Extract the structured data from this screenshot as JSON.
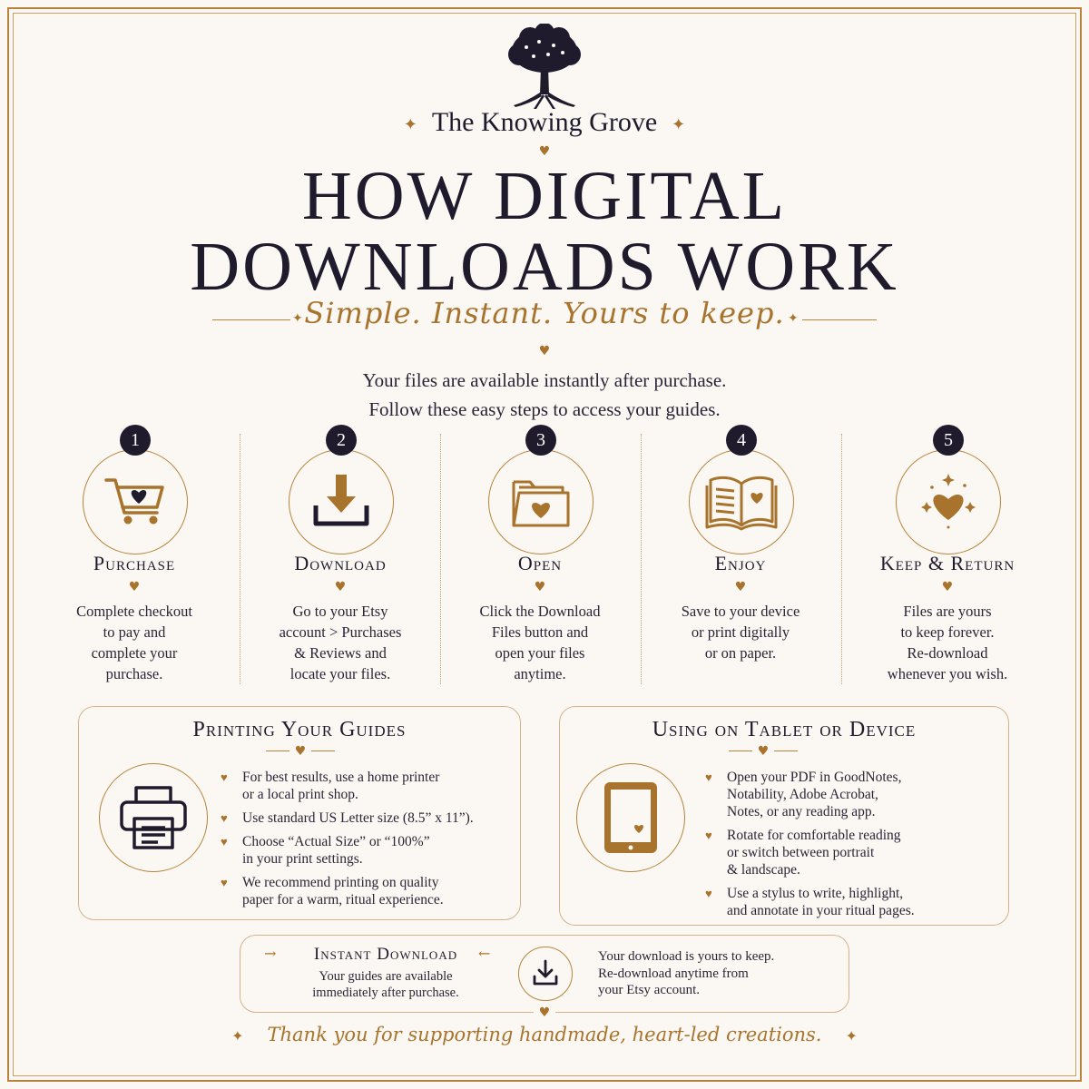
{
  "brand": {
    "name": "The Knowing Grove",
    "logo_icon": "tree-icon"
  },
  "title": {
    "line1": "HOW DIGITAL",
    "line2": "DOWNLOADS WORK"
  },
  "subtitle": "Simple. Instant. Yours to keep.",
  "intro": {
    "line1": "Your files are available instantly after purchase.",
    "line2": "Follow these easy steps to access your guides."
  },
  "steps": [
    {
      "number": "1",
      "title": "Purchase",
      "icon": "shopping-cart-icon",
      "desc": [
        "Complete checkout",
        "to pay and",
        "complete your",
        "purchase."
      ]
    },
    {
      "number": "2",
      "title": "Download",
      "icon": "download-icon",
      "desc": [
        "Go to your Etsy",
        "account > Purchases",
        "& Reviews and",
        "locate your files."
      ]
    },
    {
      "number": "3",
      "title": "Open",
      "icon": "folder-icon",
      "desc": [
        "Click the Download",
        "Files button and",
        "open your files",
        "anytime."
      ]
    },
    {
      "number": "4",
      "title": "Enjoy",
      "icon": "open-book-icon",
      "desc": [
        "Save to your device",
        "or print digitally",
        "or on paper."
      ]
    },
    {
      "number": "5",
      "title": "Keep & Return",
      "icon": "sparkle-heart-icon",
      "desc": [
        "Files are yours",
        "to keep forever.",
        "Re-download",
        "whenever you wish."
      ]
    }
  ],
  "printing": {
    "title": "Printing Your Guides",
    "icon": "printer-icon",
    "items": [
      [
        "For best results, use a home printer",
        "or a local print shop."
      ],
      [
        "Use standard US Letter size (8.5” x 11”)."
      ],
      [
        "Choose “Actual Size” or “100%”",
        "in your print settings."
      ],
      [
        "We recommend printing on quality",
        "paper for a warm, ritual experience."
      ]
    ]
  },
  "tablet": {
    "title": "Using on Tablet or Device",
    "icon": "tablet-icon",
    "items": [
      [
        "Open your PDF in GoodNotes,",
        "Notability, Adobe Acrobat,",
        "Notes, or any reading app."
      ],
      [
        "Rotate for comfortable reading",
        "or switch between portrait",
        "& landscape."
      ],
      [
        "Use a stylus to write, highlight,",
        "and annotate in your ritual pages."
      ]
    ]
  },
  "instant": {
    "title": "Instant Download",
    "desc": [
      "Your guides are available",
      "immediately after purchase."
    ],
    "icon": "download-icon",
    "note": [
      "Your download is yours to keep.",
      "Re-download anytime from",
      "your Etsy account."
    ]
  },
  "thanks": "Thank you for supporting handmade, heart-led creations.",
  "colors": {
    "gold": "#a8732d",
    "navy": "#1f1b2d",
    "background": "#fbf8f3"
  }
}
